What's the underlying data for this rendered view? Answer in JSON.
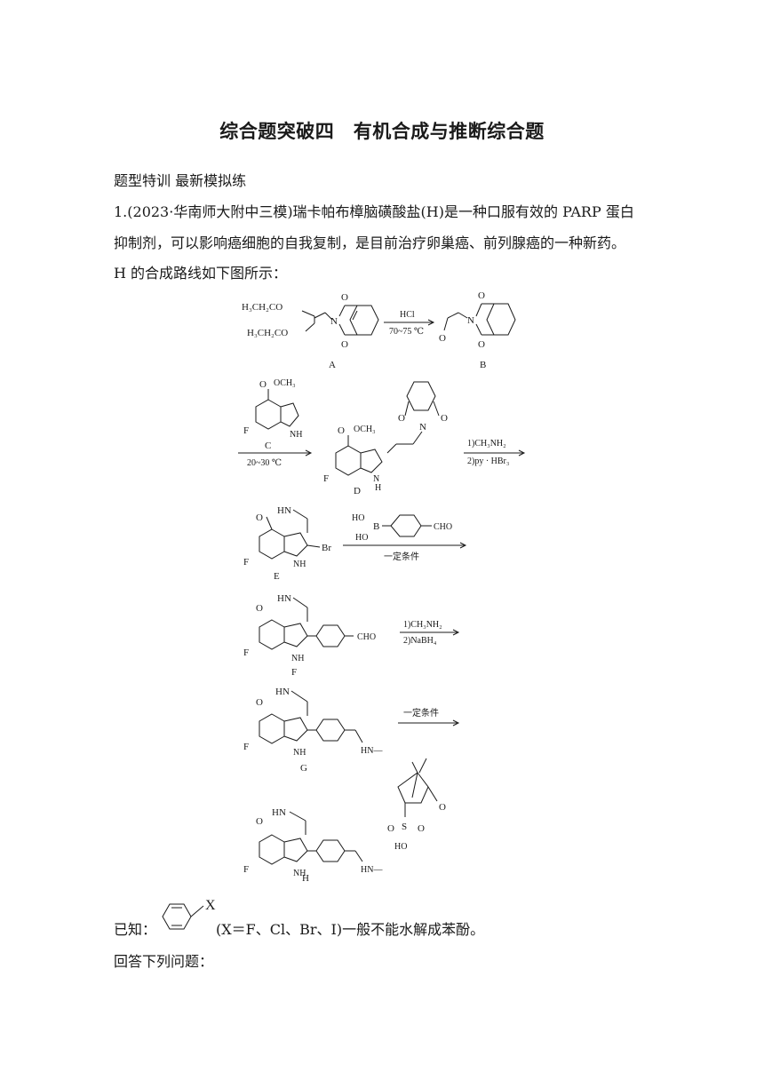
{
  "title": "综合题突破四　有机合成与推断综合题",
  "section_label": "题型特训  最新模拟练",
  "question": {
    "line1": "1.(2023·华南师大附中三模)瑞卡帕布樟脑磺酸盐(H)是一种口服有效的 PARP 蛋白",
    "line2": "抑制剂，可以影响癌细胞的自我复制，是目前治疗卵巢癌、前列腺癌的一种新药。",
    "line3": "H 的合成路线如下图所示："
  },
  "scheme": {
    "A": {
      "label": "A",
      "group1": "H₃CH₂CO",
      "group2": "H₃CH₂CO",
      "o_top": "O",
      "o_bottom": "O",
      "n": "N"
    },
    "step1": {
      "reagent": "HCl",
      "condition": "70~75 ℃"
    },
    "B": {
      "label": "B",
      "o_top": "O",
      "o_bottom": "O",
      "o_ald": "O",
      "n": "N"
    },
    "C": {
      "label": "C",
      "ester": "OCH₃",
      "o": "O",
      "f": "F",
      "nh": "NH"
    },
    "step2": {
      "condition": "20~30 ℃"
    },
    "D": {
      "label": "D",
      "ester": "OCH₃",
      "o": "O",
      "f": "F",
      "nh": "H",
      "n_ring": "N",
      "n_phth": "N",
      "o1": "O",
      "o2": "O"
    },
    "step3": {
      "line1": "1)CH₃NH₂",
      "line2": "2)py · HBr₃"
    },
    "E": {
      "label": "E",
      "hn": "HN",
      "o": "O",
      "f": "F",
      "nh": "NH",
      "br": "Br"
    },
    "step4": {
      "ho1": "HO",
      "ho2": "HO",
      "b": "B",
      "cho": "CHO",
      "condition": "一定条件"
    },
    "F": {
      "label": "F",
      "hn": "HN",
      "o": "O",
      "f": "F",
      "nh": "NH",
      "cho": "CHO"
    },
    "step5": {
      "line1": "1)CH₃NH₂",
      "line2": "2)NaBH₄"
    },
    "G": {
      "label": "G",
      "hn": "HN",
      "o": "O",
      "f": "F",
      "nh": "NH",
      "amine": "HN—"
    },
    "step6": {
      "condition": "一定条件"
    },
    "H": {
      "label": "H",
      "hn": "HN",
      "o": "O",
      "f": "F",
      "nh": "NH",
      "amine": "HN—",
      "camphor_o": "O",
      "s": "S",
      "so_o1": "O",
      "so_o2": "O",
      "oh": "HO"
    }
  },
  "known": {
    "prefix": "已知：",
    "x_label": "X",
    "text": "(X＝F、Cl、Br、I)一般不能水解成苯酚。"
  },
  "answer_prompt": "回答下列问题："
}
